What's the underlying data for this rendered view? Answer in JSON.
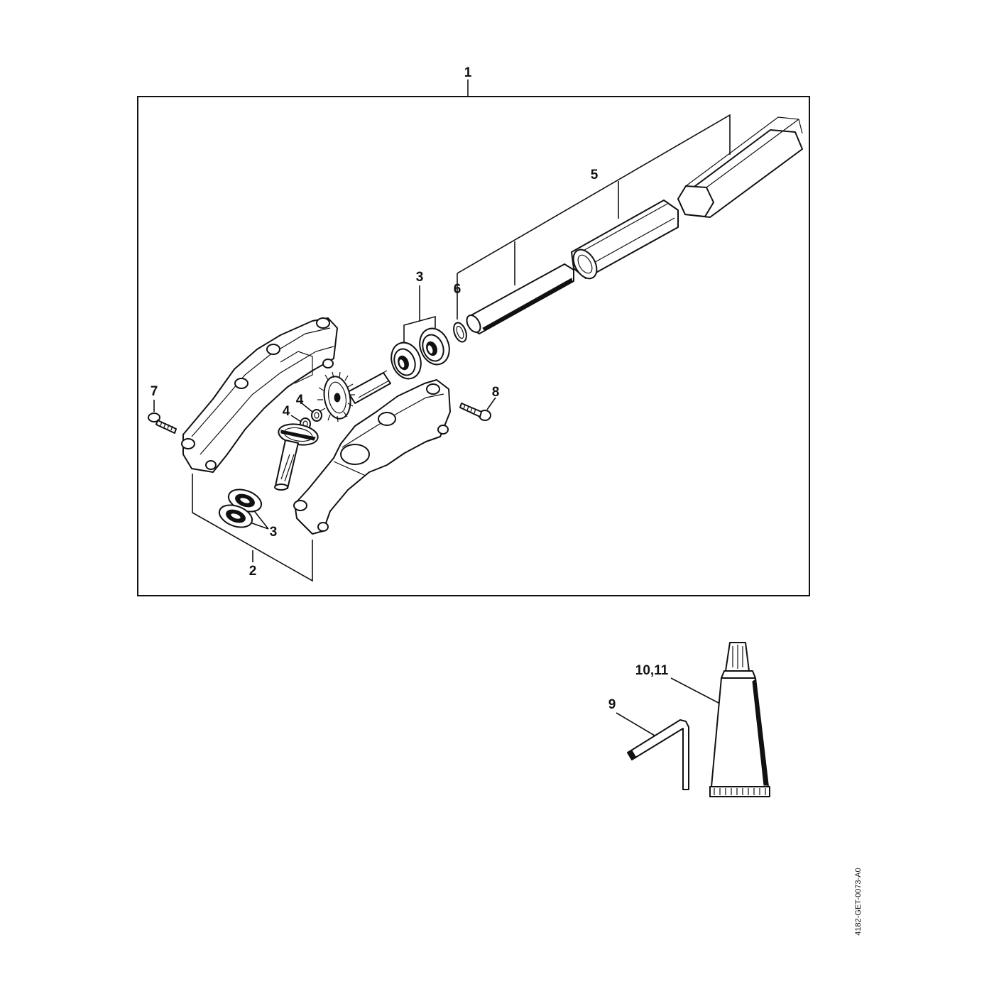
{
  "diagram": {
    "callouts": {
      "kit": "1",
      "gear_head": "2",
      "bearings_upper": "3",
      "bearings_lower": "3",
      "plug_upper": "4",
      "plug_lower": "4",
      "tube_set": "5",
      "circlip": "6",
      "screw_left": "7",
      "screw_right": "8",
      "hex_key": "9",
      "grease_tube": "10,11"
    },
    "drawing_code": "4182-GET-0073-A0"
  }
}
